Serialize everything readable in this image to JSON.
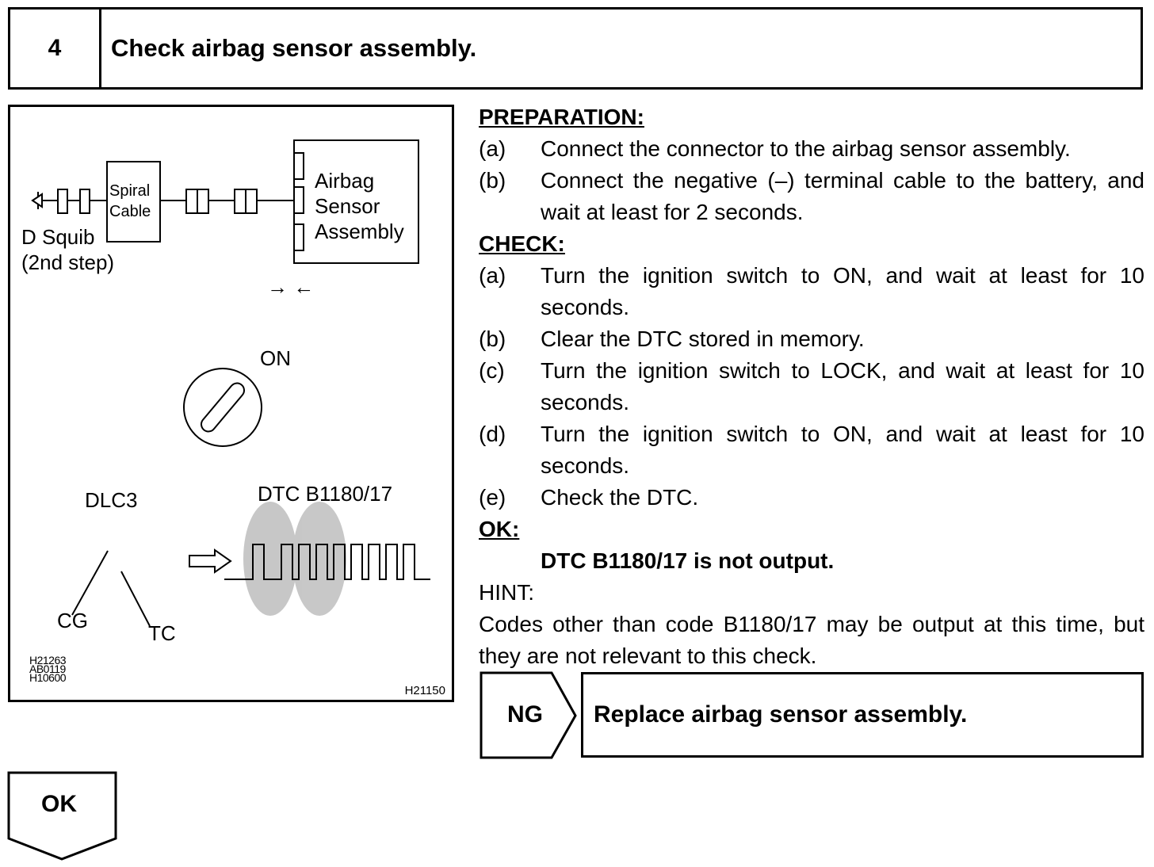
{
  "header": {
    "step_number": "4",
    "title": "Check airbag sensor assembly."
  },
  "figure": {
    "labels": {
      "spiral_line1": "Spiral",
      "spiral_line2": "Cable",
      "airbag_line1": "Airbag",
      "airbag_line2": "Sensor",
      "airbag_line3": "Assembly",
      "squib_line1": "D Squib",
      "squib_line2": "(2nd step)",
      "connect_arrows": "→ ←",
      "on": "ON",
      "dlc3": "DLC3",
      "dtc": "DTC B1180/17",
      "cg": "CG",
      "tc": "TC"
    },
    "ids": [
      "H21263",
      "AB0119",
      "H10600"
    ],
    "id_right": "H21150"
  },
  "instructions": {
    "preparation_heading": "PREPARATION:",
    "preparation": [
      {
        "label": "(a)",
        "text": "Connect the connector to the airbag sensor assembly."
      },
      {
        "label": "(b)",
        "text": "Connect the negative (–) terminal cable to the battery, and wait at least for 2 seconds."
      }
    ],
    "check_heading": "CHECK:",
    "check": [
      {
        "label": "(a)",
        "text": "Turn the ignition switch to ON, and wait at least for 10 seconds."
      },
      {
        "label": "(b)",
        "text": "Clear the DTC stored in memory."
      },
      {
        "label": "(c)",
        "text": "Turn the ignition switch to LOCK, and wait at least for 10 seconds."
      },
      {
        "label": "(d)",
        "text": "Turn the ignition switch to ON, and wait at least for 10 seconds."
      },
      {
        "label": "(e)",
        "text": "Check the DTC."
      }
    ],
    "ok_heading": "OK:",
    "ok_text": "DTC B1180/17 is not output.",
    "hint_heading": "HINT:",
    "hint_text": "Codes other than code B1180/17 may be output at this time, but they are not relevant to this check."
  },
  "results": {
    "ng_label": "NG",
    "ng_action": "Replace airbag sensor assembly.",
    "ok_label": "OK"
  }
}
